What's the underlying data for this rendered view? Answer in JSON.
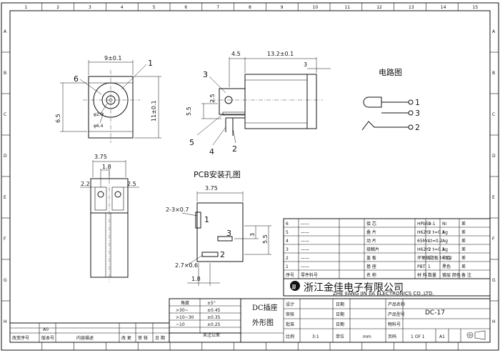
{
  "border": {
    "columns": [
      "1",
      "2",
      "3",
      "4",
      "5",
      "6",
      "7",
      "8",
      "9",
      "10",
      "11",
      "12",
      "13",
      "14",
      "15"
    ],
    "rows": [
      "A",
      "B",
      "C",
      "D",
      "E",
      "F",
      "G",
      "H"
    ]
  },
  "front_view": {
    "dim_width": "9±0.1",
    "dim_height": "11±0.1",
    "dim_left": "6.5",
    "dia_small": "φ2.0",
    "dia_large": "φ6.4",
    "callouts": [
      "6",
      "1"
    ]
  },
  "side_view": {
    "dim_a": "4.5",
    "dim_b": "13.2±0.1",
    "dim_c": "3",
    "dim_d": "5.5",
    "dim_e": "2.5",
    "callouts": [
      "3",
      "5",
      "4",
      "2"
    ]
  },
  "circuit": {
    "title": "电路图",
    "pins": [
      "1",
      "3",
      "2"
    ]
  },
  "bottom_view": {
    "dim_a": "3.75",
    "dim_b": "1.8",
    "dim_c": "2.2",
    "dim_d": "2.5"
  },
  "pcb": {
    "title": "PCB安装孔图",
    "dim_top": "3.75",
    "hole_a": "2-3×0.7",
    "hole_b": "2.7×0.6",
    "dim_bottom": "1.8",
    "dim_right_a": "3",
    "dim_right_b": "5.5",
    "pins": [
      "1",
      "3",
      "2"
    ]
  },
  "bom": {
    "headers": [
      "序号",
      "零件料号",
      "名 称",
      "材 料",
      "数量",
      "镀层 颜色",
      "备 注"
    ],
    "rows": [
      [
        "6",
        "——",
        "接 芯",
        "HPb59-1",
        "1",
        "Ni",
        "差"
      ],
      [
        "5",
        "——",
        "叠 片",
        "H62Y2 t=0.3",
        "1",
        "Ag",
        "差"
      ],
      [
        "4",
        "——",
        "动 片",
        "65Mn t=0.2",
        "1",
        "Ag",
        "差"
      ],
      [
        "3",
        "——",
        "接触片",
        "H62Y2 t=0.3",
        "1",
        "Ag",
        "差"
      ],
      [
        "2",
        "——",
        "盖 板",
        "环氧树脂板 t=1.2",
        "1",
        "棕色",
        "差"
      ],
      [
        "1",
        "——",
        "基 座",
        "PBT",
        "1",
        "黑色",
        "差"
      ]
    ]
  },
  "company": {
    "name_cn": "浙江金佳电子有限公司",
    "name_en": "ZHE JIANG JIN JIA ELECTRONICS CO.,LTD."
  },
  "tolerance": {
    "headers": [
      "角度",
      "±5°"
    ],
    "rows": [
      [
        ">30~",
        "±0.45"
      ],
      [
        ">10~30",
        "±0.35"
      ],
      [
        "~10",
        "±0.25"
      ]
    ],
    "caption": "未注公差"
  },
  "title_block": {
    "part_name_line1": "DC插座",
    "part_name_line2": "外形图",
    "labels": [
      "设计",
      "审核",
      "批准",
      "比例"
    ],
    "date_labels": [
      "日期",
      "日期",
      "日期"
    ],
    "product_name_label": "产品名称",
    "product_no_label": "产品型号",
    "product_no": "DC-17",
    "material_no_label": "物料号",
    "scale": "3:1",
    "unit_label": "单位",
    "unit": "mm",
    "sheets_label": "页码",
    "sheets": "1 OF 1",
    "size": "A1"
  },
  "revision": {
    "rev_row": [
      "",
      "A0",
      "",
      "",
      "",
      ""
    ],
    "labels": [
      "改变序号",
      "版本号",
      "内容描述",
      "改 更",
      "审 核",
      "日 期"
    ]
  }
}
